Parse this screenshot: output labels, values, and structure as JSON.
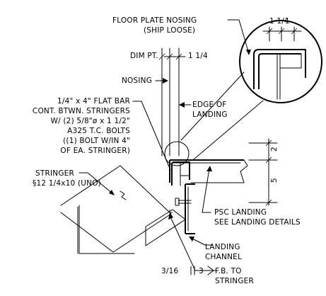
{
  "labels": {
    "floor_plate_nosing": "FLOOR PLATE NOSING",
    "ship_loose": "(SHIP LOOSE)",
    "dim_1_1_4_top": "1 1/4",
    "dim_1_top": "1",
    "dim_pt": "DIM PT.",
    "dim_1_1_4": "1 1/4",
    "nosing": "NOSING",
    "edge_of": "EDGE OF",
    "landing": "LANDING",
    "flat_bar_1": "1/4\" x 4\" FLAT BAR",
    "flat_bar_2": "CONT. BTWN. STRINGERS",
    "flat_bar_3": "W/ (2) 5/8\"ø x 1 1/2\"",
    "flat_bar_4": "A325 T.C. BOLTS",
    "flat_bar_5": "((1) BOLT W/IN 4\"",
    "flat_bar_6": "OF EA. STRINGER)",
    "stringer_1": "STRINGER",
    "stringer_2": "§12 1/4x10 (UNO)",
    "dim_2": "2",
    "dim_5": "5",
    "psc_1": "PSC LANDING",
    "psc_2": "SEE LANDING DETAILS",
    "landing_channel_1": "LANDING",
    "landing_channel_2": "CHANNEL",
    "weld_3_16": "3/16",
    "weld_3": "3",
    "fb_to_1": "F.B. TO",
    "fb_to_2": "STRINGER"
  }
}
